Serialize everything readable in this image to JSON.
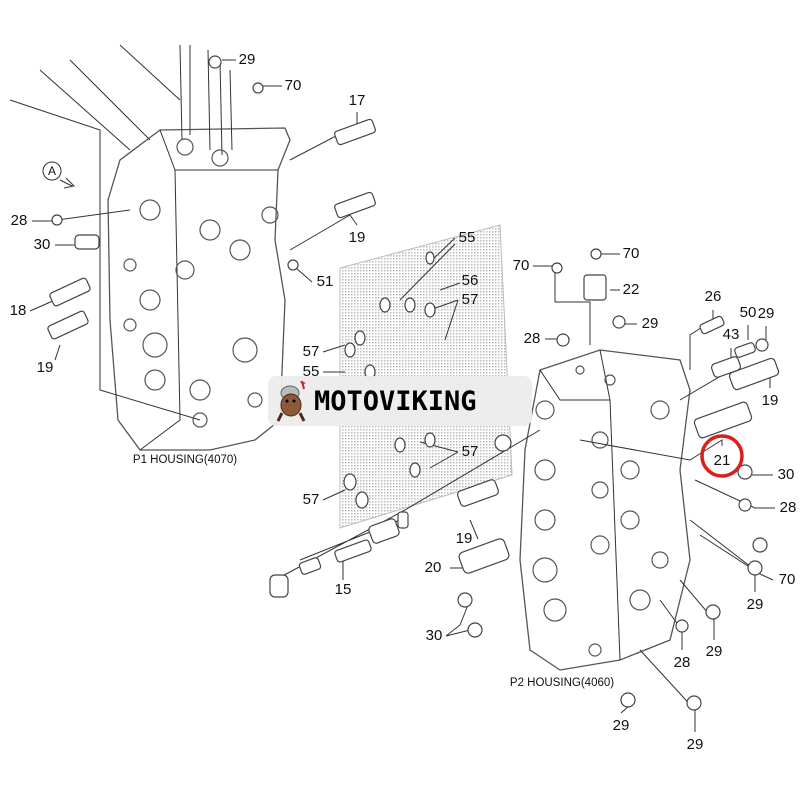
{
  "labels": [
    "29",
    "70",
    "17",
    "19",
    "28",
    "30",
    "51",
    "18",
    "19",
    "55",
    "56",
    "57",
    "57",
    "55",
    "57",
    "57",
    "15",
    "70",
    "70",
    "22",
    "28",
    "29",
    "26",
    "43",
    "50",
    "29",
    "19",
    "21",
    "30",
    "28",
    "19",
    "20",
    "70",
    "29",
    "30",
    "29",
    "28",
    "29",
    "29"
  ],
  "housings": {
    "p1": "P1 HOUSING(4070)",
    "p2": "P2 HOUSING(4060)"
  },
  "view_marker": "A",
  "brand": {
    "name": "MOTOVIKING"
  },
  "colors": {
    "highlight": "#d9201c",
    "gasket_fill": "#d8d8d8"
  },
  "highlighted_part": "21"
}
